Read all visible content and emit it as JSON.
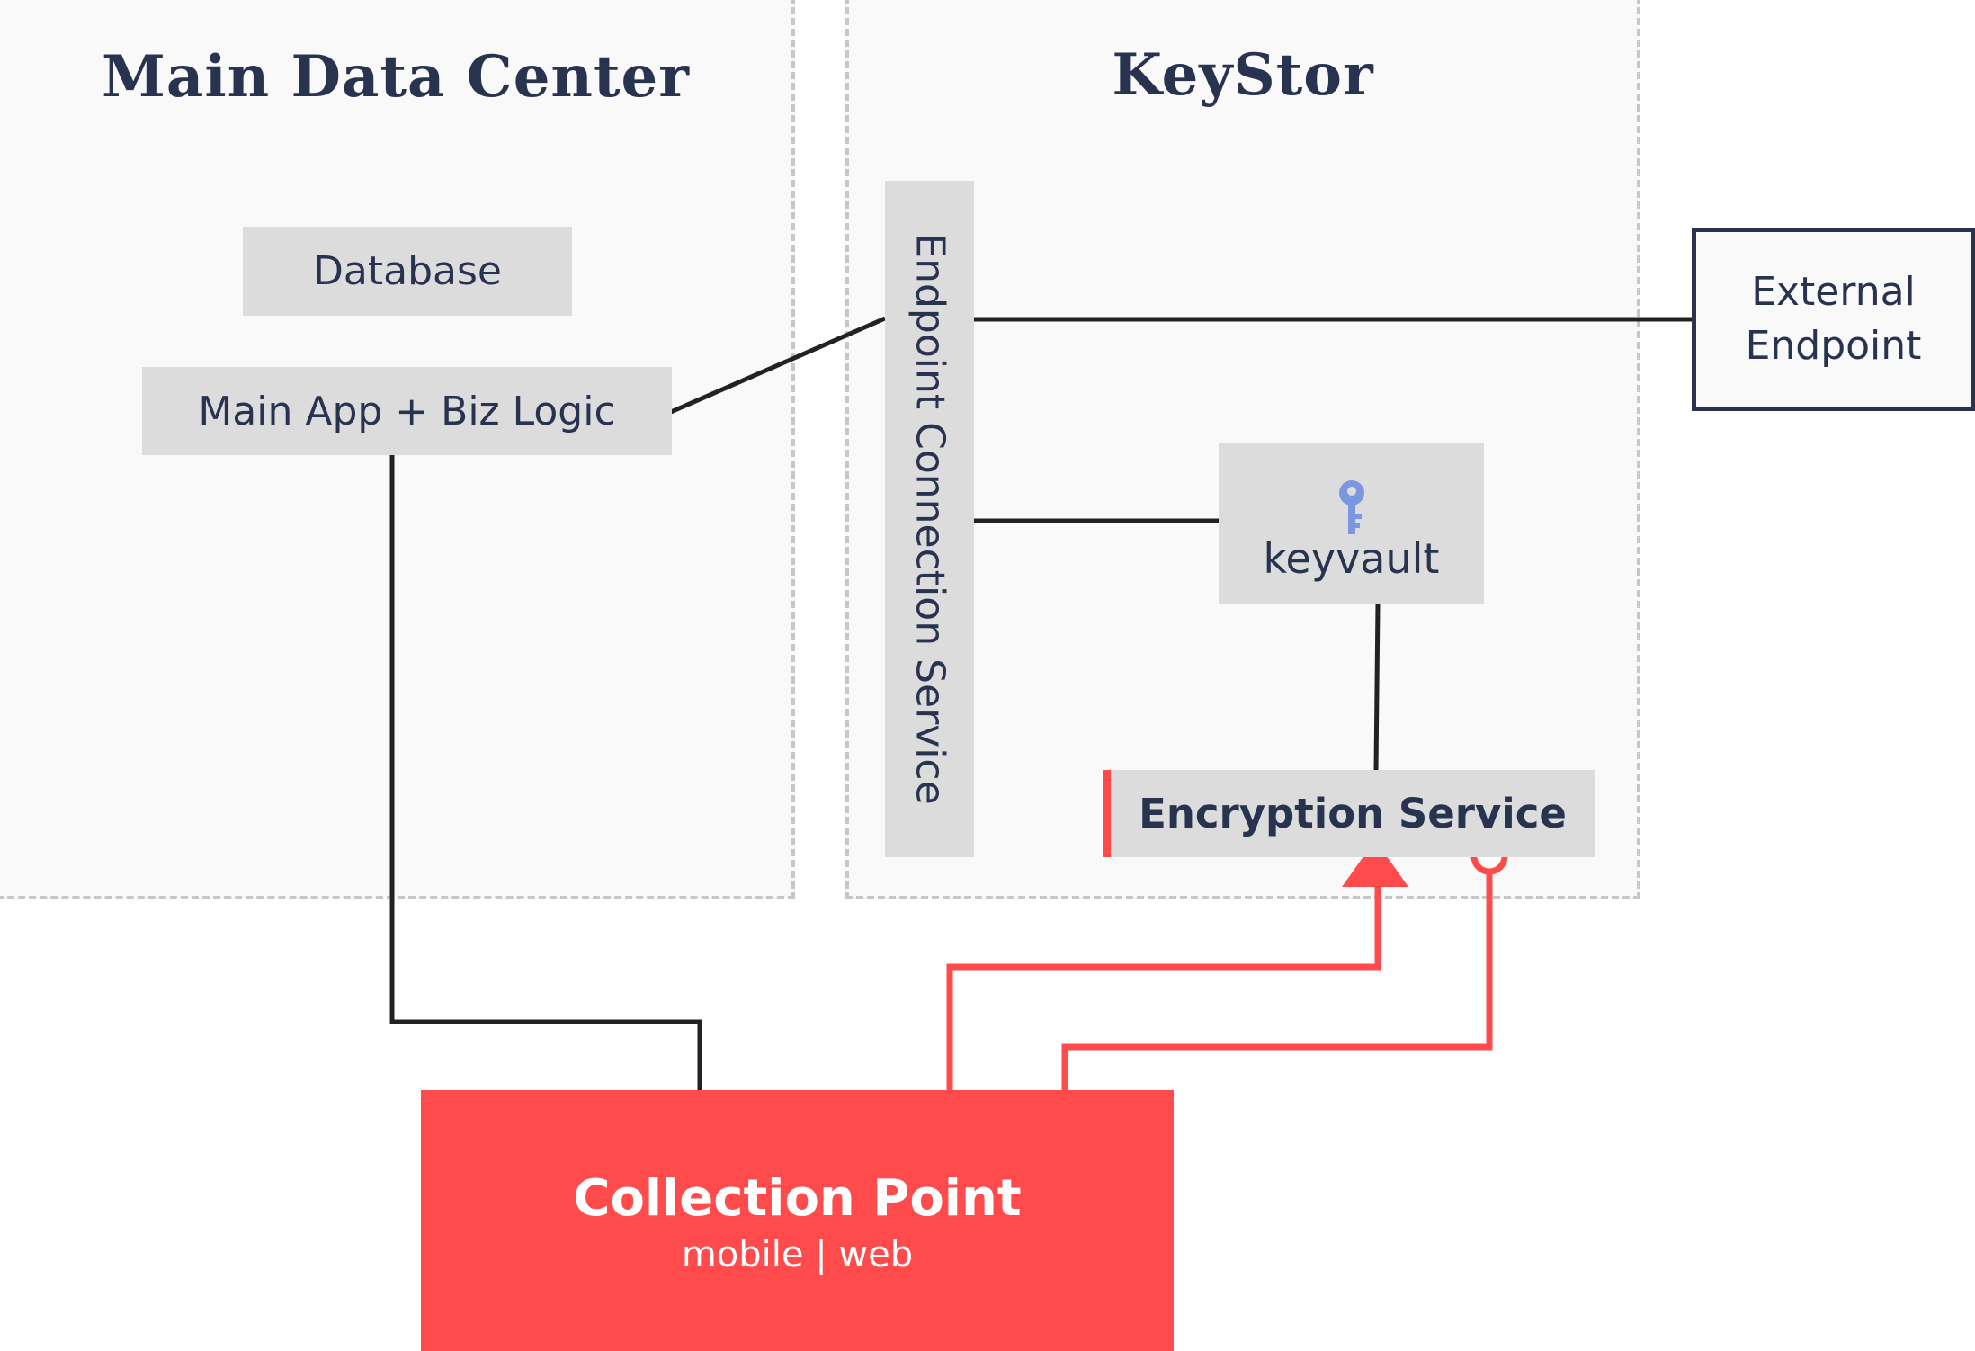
{
  "zones": {
    "main_dc": {
      "title": "Main Data Center"
    },
    "keystor": {
      "title": "KeyStor"
    }
  },
  "nodes": {
    "database": "Database",
    "main_app": "Main App + Biz Logic",
    "endpoint_service": "Endpoint Connection Service",
    "keyvault": "keyvault",
    "encryption_service": "Encryption Service",
    "external_endpoint": "External\nEndpoint",
    "collection_point": {
      "title": "Collection Point",
      "subtitle": "mobile | web"
    }
  },
  "icons": {
    "keyvault_icon": "key-icon"
  },
  "colors": {
    "accent": "#ff4b4b",
    "accent_light": "#ffb3b3",
    "text": "#283350",
    "box": "#dcdcdc",
    "zone_bg": "#f9f9f9",
    "zone_border": "#c7c7cb",
    "key_icon": "#7b97e0",
    "line": "#222222"
  }
}
